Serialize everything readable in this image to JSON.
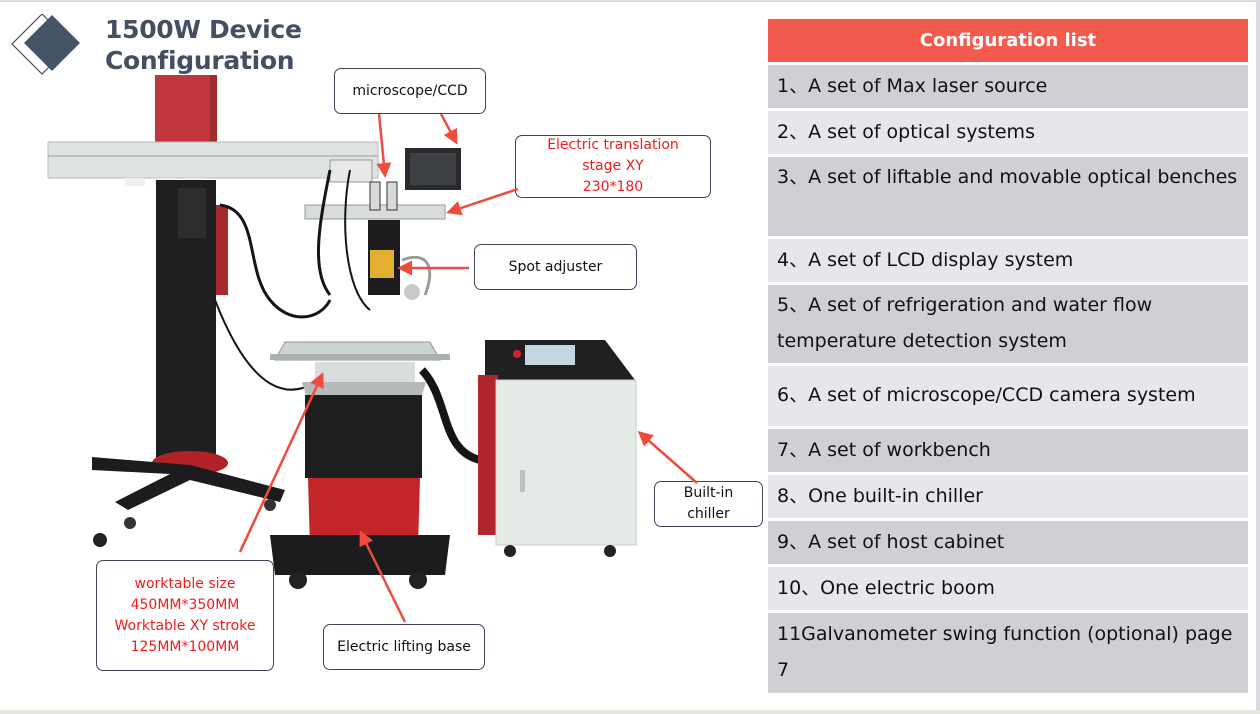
{
  "title": {
    "line1": "1500W Device",
    "line2": "Configuration"
  },
  "colors": {
    "header_bg": "#f25b4d",
    "row_dark": "#d0cfd4",
    "row_light": "#e7e6ea",
    "title_text": "#434f63",
    "annotation_red": "#ee1c1c",
    "arrow": "#ef4b3f"
  },
  "config_list": {
    "header": "Configuration list",
    "items": [
      {
        "text": "1、A set of Max laser source"
      },
      {
        "text": "2、A set of optical systems"
      },
      {
        "text": "3、A set of liftable and movable optical benches"
      },
      {
        "text": "4、A set of LCD display system"
      },
      {
        "text": "5、A set of refrigeration and water flow temperature detection system"
      },
      {
        "text": "6、A set of microscope/CCD camera system"
      },
      {
        "text": "7、A set of workbench"
      },
      {
        "text": "8、One built-in chiller"
      },
      {
        "text": "9、A set of host cabinet"
      },
      {
        "text": "10、One electric boom"
      },
      {
        "text": "11Galvanometer swing function (optional) page 7"
      }
    ]
  },
  "callouts": {
    "microscope": "microscope/CCD",
    "translation_stage": [
      "Electric translation",
      "stage XY",
      "230*180"
    ],
    "spot_adjuster": "Spot adjuster",
    "chiller": [
      "Built-in",
      "chiller"
    ],
    "worktable": [
      "worktable size",
      "450MM*350MM",
      "Worktable XY stroke",
      "125MM*100MM"
    ],
    "lifting_base": "Electric lifting base"
  },
  "image": {
    "subject": "laser-welding-machine-photo"
  }
}
